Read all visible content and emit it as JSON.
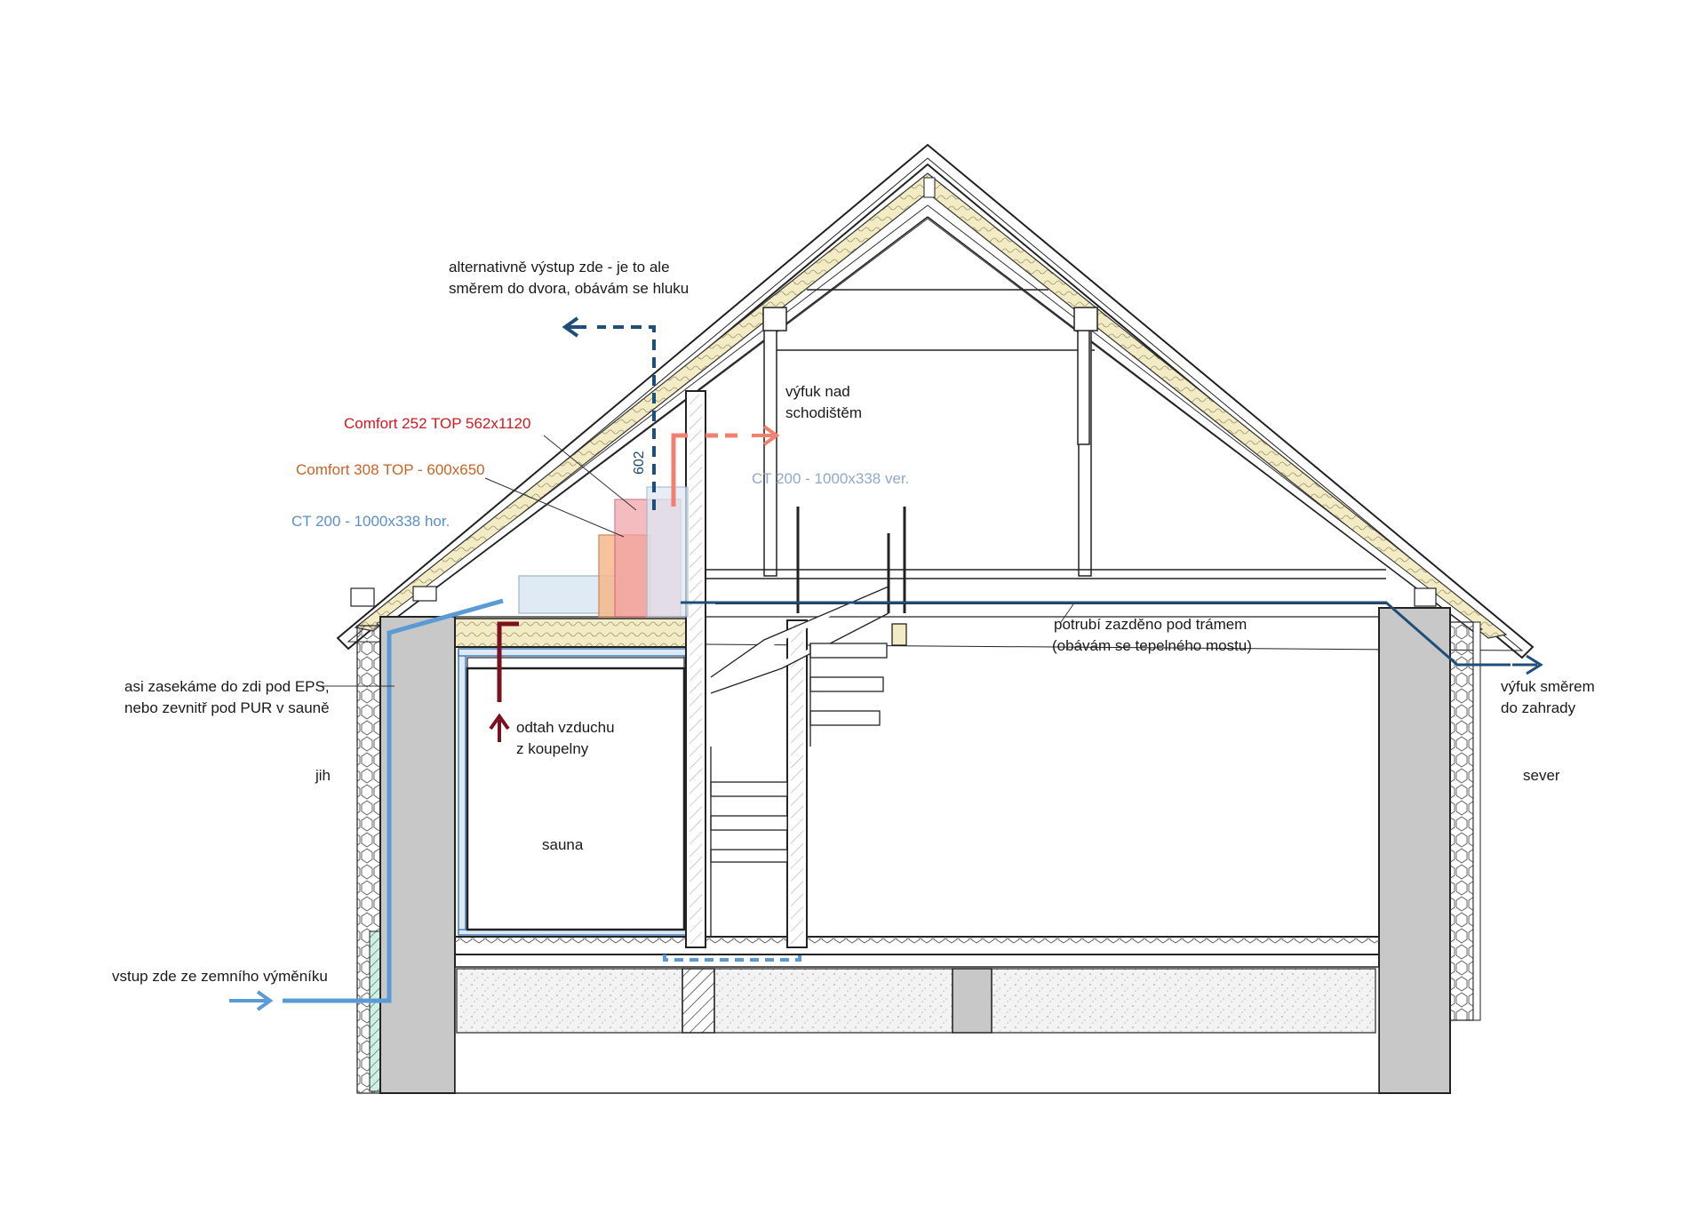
{
  "colors": {
    "supply_blue": "#5b9bd5",
    "exhaust_dark_blue": "#1f4e79",
    "bathroom_extract": "#7a1020",
    "outlet_salmon": "#f08070",
    "wall_grey": "#c8c8c8",
    "insulation": "#f2ebc4",
    "comfort_252": "#f2a0a6",
    "comfort_308": "#f5b98c",
    "ct200": "#dde8f4"
  },
  "labels": {
    "alt_outlet_line1": "alternativně výstup zde - je to ale",
    "alt_outlet_line2": "směrem do dvora, obávám se hluku",
    "exhaust_stairs_line1": "výfuk nad",
    "exhaust_stairs_line2": "schodištěm",
    "comfort_252": "Comfort 252 TOP 562x1120",
    "comfort_308": "Comfort 308 TOP - 600x650",
    "ct200_hor": "CT 200 - 1000x338 hor.",
    "ct200_ver": "CT 200 - 1000x338 ver.",
    "dimension_602": "602",
    "pipe_beam_line1": "potrubí zazděno pod trámem",
    "pipe_beam_line2": "(obávám se tepelného mostu)",
    "wall_line1": "asi zasekáme do zdi pod EPS,",
    "wall_line2": "nebo zevnitř pod PUR v sauně",
    "extract_line1": "odtah vzduchu",
    "extract_line2": "z koupelny",
    "garden_line1": "výfuk směrem",
    "garden_line2": "do zahrady",
    "south": "jih",
    "north": "sever",
    "sauna": "sauna",
    "inlet": "vstup zde ze zemního výměníku"
  }
}
